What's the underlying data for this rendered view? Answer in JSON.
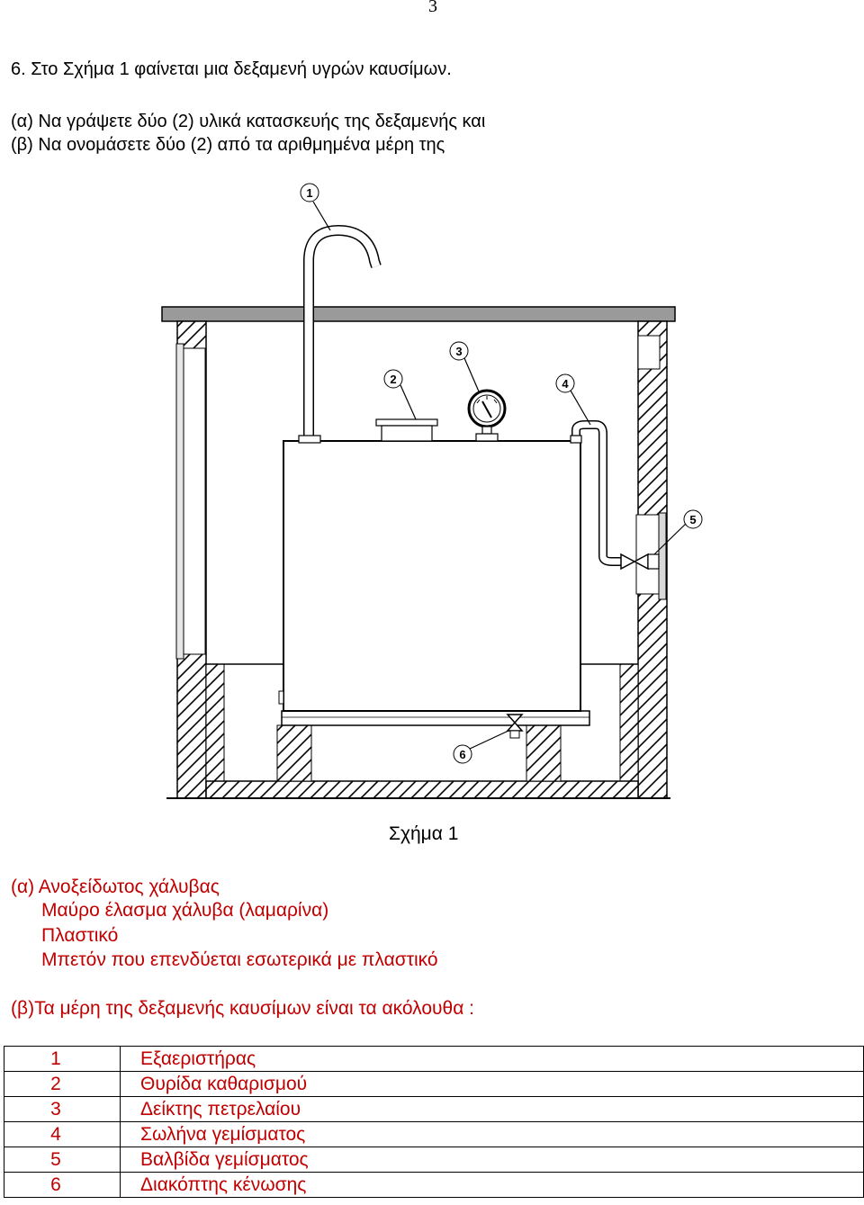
{
  "page_number": "3",
  "question": {
    "title": "6. Στο Σχήμα 1 φαίνεται μια δεξαμενή υγρών καυσίμων.",
    "part_a": "(α) Να γράψετε δύο (2) υλικά κατασκευής της δεξαμενής και",
    "part_b": "(β) Να ονομάσετε δύο (2) από τα αριθμημένα μέρη της"
  },
  "figure": {
    "caption": "Σχήμα 1",
    "callouts": [
      "1",
      "2",
      "3",
      "4",
      "5",
      "6"
    ]
  },
  "answers": {
    "a_lines": [
      "(α) Ανοξείδωτος χάλυβας",
      "Μαύρο έλασμα χάλυβα (λαμαρίνα)",
      "Πλαστικό",
      "Μπετόν που επενδύεται εσωτερικά με πλαστικό"
    ],
    "b_intro": "(β)Τα μέρη της δεξαμενής καυσίμων είναι τα ακόλουθα  :",
    "parts": [
      {
        "num": "1",
        "name": "Εξαεριστήρας"
      },
      {
        "num": "2",
        "name": "Θυρίδα καθαρισμού"
      },
      {
        "num": "3",
        "name": "Δείκτης πετρελαίου"
      },
      {
        "num": "4",
        "name": "Σωλήνα γεμίσματος"
      },
      {
        "num": "5",
        "name": "Βαλβίδα γεμίσματος"
      },
      {
        "num": "6",
        "name": "Διακόπτης κένωσης"
      }
    ]
  }
}
